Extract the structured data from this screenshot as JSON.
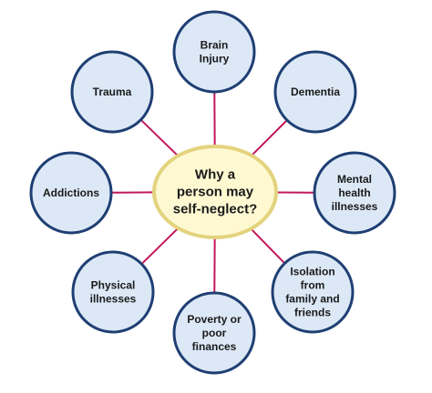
{
  "center": {
    "lines": [
      "Why a",
      "person may",
      "self-neglect?"
    ],
    "fill": "#fff9d2",
    "stroke": "#e3d37e"
  },
  "nodes": [
    {
      "name": "node-brain-injury",
      "lines": [
        "Brain",
        "Injury"
      ]
    },
    {
      "name": "node-dementia",
      "lines": [
        "Dementia"
      ]
    },
    {
      "name": "node-mental-health-illnesses",
      "lines": [
        "Mental",
        "health",
        "illnesses"
      ]
    },
    {
      "name": "node-isolation",
      "lines": [
        "Isolation",
        "from",
        "family and",
        "friends"
      ]
    },
    {
      "name": "node-poverty",
      "lines": [
        "Poverty or",
        "poor",
        "finances"
      ]
    },
    {
      "name": "node-physical-illnesses",
      "lines": [
        "Physical",
        "illnesses"
      ]
    },
    {
      "name": "node-addictions",
      "lines": [
        "Addictions"
      ]
    },
    {
      "name": "node-trauma",
      "lines": [
        "Trauma"
      ]
    }
  ],
  "colors": {
    "node_fill": "#dce8f6",
    "node_stroke": "#1f3f73",
    "connector": "#c2185b",
    "text": "#1a1a1a"
  }
}
